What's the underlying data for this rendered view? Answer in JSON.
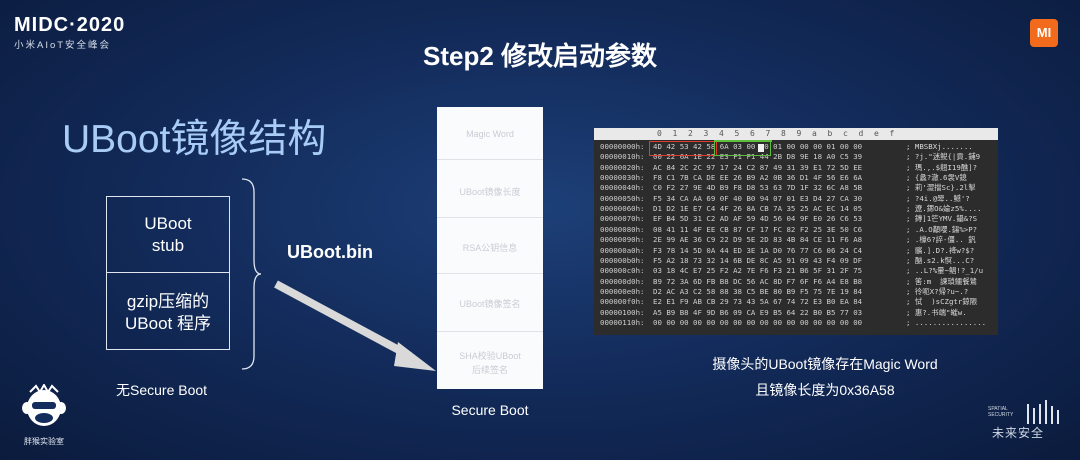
{
  "logo": {
    "main_text": "MIDC·2020",
    "subtitle": "小米AIoT安全峰会"
  },
  "mi_logo": {
    "text": "MI",
    "color": "#f26a1b"
  },
  "slide_title": "Step2 修改启动参数",
  "section_heading": "UBoot镜像结构",
  "left_box": {
    "top_cell": [
      "UBoot",
      "stub"
    ],
    "bottom_cell": [
      "gzip压缩的",
      "UBoot 程序"
    ],
    "caption": "无Secure Boot"
  },
  "uboot_bin_label": "UBoot.bin",
  "secure_stack": {
    "segments": [
      "Magic Word",
      "UBoot镜像长度",
      "RSA公钥信息",
      "UBoot镜像签名",
      "SHA校验UBoot",
      "后续签名"
    ],
    "caption": "Secure Boot"
  },
  "hex_view": {
    "header": [
      "0",
      "1",
      "2",
      "3",
      "4",
      "5",
      "6",
      "7",
      "8",
      "9",
      "a",
      "b",
      "c",
      "d",
      "e",
      "f"
    ],
    "rows": [
      {
        "addr": "00000000h:",
        "bytes": "4D 42 53 42 58 6A 03 00 00 01 00 00 00 01 00 00",
        "ascii": "; MBSBXj......."
      },
      {
        "addr": "00000010h:",
        "bytes": "00 22 6A 1E 22 E3 F1 F1 44 2B D8 9E 18 A0 C5 39",
        "ascii": "; ?j.\"迷鲵{|貢.鋪9"
      },
      {
        "addr": "00000020h:",
        "bytes": "AC 84 2C 2C 97 17 24 C2 87 49 31 39 E1 72 5D EE",
        "ascii": "; 瑪.,.$翹I19醮]?"
      },
      {
        "addr": "00000030h:",
        "bytes": "F8 C1 7B CA DE EE 26 B9 A2 0B 36 D1 4F 56 E6 6A",
        "ascii": "; {蠡?澈.6袰V鎴"
      },
      {
        "addr": "00000040h:",
        "bytes": "C0 F2 27 9E 4D B9 F8 D8 53 63 7D 1F 32 6C A8 5B",
        "ascii": "; 莉'澀擋Sc}.2l掣"
      },
      {
        "addr": "00000050h:",
        "bytes": "F5 34 CA AA 69 0F 40 B0 94 07 01 E3 D4 27 CA 30",
        "ascii": "; ?4i.@斝..鳡'?"
      },
      {
        "addr": "00000060h:",
        "bytes": "D1 D2 1E E7 C4 4F 26 8A CB 7A 35 25 AC EC 14 05",
        "ascii": "; 遼.鍶O&婾z5%...."
      },
      {
        "addr": "00000070h:",
        "bytes": "EF B4 5D 31 C2 AD AF 59 4D 56 04 9F E0 26 C6 53",
        "ascii": "; 鏄]1笀YMV.鑷&?S"
      },
      {
        "addr": "00000080h:",
        "bytes": "08 41 11 4F EE CB 87 CF 17 FC 82 F2 25 3E 50 C6",
        "ascii": "; .A.O顢嚶.鐋%>P?"
      },
      {
        "addr": "00000090h:",
        "bytes": "2E 99 AE 36 C9 22 D9 5E 2D 83 4B 84 CE 11 F6 A8",
        "ascii": "; .檺6?誶-僵.. 釩"
      },
      {
        "addr": "000000a0h:",
        "bytes": "F3 78 14 5D 0A 44 ED 3E 1A D0 76 77 C6 06 24 C4",
        "ascii": "; 髕.].D?.袶w?$?"
      },
      {
        "addr": "000000b0h:",
        "bytes": "F5 A2 18 73 32 14 6B DE 8C A5 91 09 43 F4 09 DF",
        "ascii": "; 酗.s2.k慏...C?"
      },
      {
        "addr": "000000c0h:",
        "bytes": "03 18 4C E7 25 F2 A2 7E F6 F3 21 B6 5F 31 2F 75",
        "ascii": "; ..L?%暈~鲳!?_1/u"
      },
      {
        "addr": "000000d0h:",
        "bytes": "B9 72 3A 6D FB B8 DC 56 AC 8D F7 6F F6 A4 E8 B8",
        "ascii": "; 筈:m  諫瑣鱷餐鷥"
      },
      {
        "addr": "000000e0h:",
        "bytes": "D2 AC A3 C2 58 88 38 C5 BE 80 B9 F5 75 7E 19 84",
        "ascii": "; 彾呃X?帰?u~.?"
      },
      {
        "addr": "000000f0h:",
        "bytes": "E2 E1 F9 AB CB 29 73 43 5A 67 74 72 E3 B0 EA 84",
        "ascii": "; 恜  )sCZgtr鍄陙"
      },
      {
        "addr": "00000100h:",
        "bytes": "A5 B9 B8 4F 9D B6 09 CA E9 B5 64 22 B0 B5 77 03",
        "ascii": "; 惠?.书端\"皠w."
      },
      {
        "addr": "00000110h:",
        "bytes": "00 00 00 00 00 00 00 00 00 00 00 00 00 00 00 00",
        "ascii": "; ................"
      }
    ],
    "caption_line1": "摄像头的UBoot镜像存在Magic Word",
    "caption_line2": "且镜像长度为0x36A58",
    "highlight_red": "#e23a2c",
    "highlight_green": "#5fbd3c"
  },
  "bottom_left_logo": {
    "text": "胖猴实验室"
  },
  "bottom_right_logo": {
    "text": "未来安全"
  }
}
